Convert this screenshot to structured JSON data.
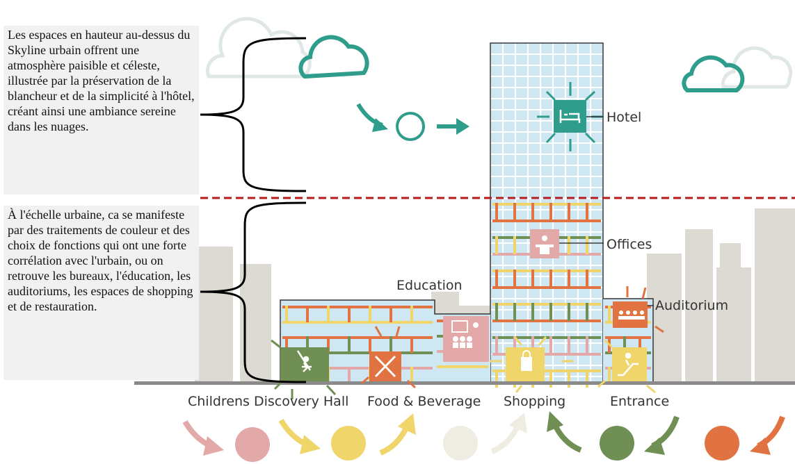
{
  "notes": {
    "sky": "Les espaces en hauteur au-dessus du Skyline urbain offrent une atmosphère paisible et céleste, illustrée par la préservation de la blancheur et de la simplicité à l'hôtel, créant ainsi une ambiance sereine dans les nuages.",
    "urban": "À l'échelle urbaine, ca se manifeste par des traitements de couleur et des choix de fonctions qui ont une forte corrélation avec l'urbain, ou on retrouve les bureaux, l'éducation, les auditoriums, les espaces de shopping et de restauration."
  },
  "labels": {
    "hotel": "Hotel",
    "offices": "Offices",
    "education": "Education",
    "auditorium": "Auditorium",
    "childrens": "Childrens Discovery Hall",
    "food": "Food & Beverage",
    "shopping": "Shopping",
    "entrance": "Entrance"
  },
  "colors": {
    "teal": "#2e9d8c",
    "pink": "#e3a9a9",
    "yellow": "#f0d66a",
    "cream": "#efece2",
    "green": "#6f8f54",
    "orange": "#e07341",
    "glass": "#cfe6f3",
    "dashed": "#b21c1c",
    "skyline": "#dddad4"
  },
  "icons": {
    "hotel": "bed-icon",
    "offices": "desk-icon",
    "education": "teacher-icon",
    "auditorium": "audience-icon",
    "childrens": "swing-icon",
    "food": "fork-knife-icon",
    "shopping": "shopping-bag-icon",
    "entrance": "escalator-icon"
  }
}
